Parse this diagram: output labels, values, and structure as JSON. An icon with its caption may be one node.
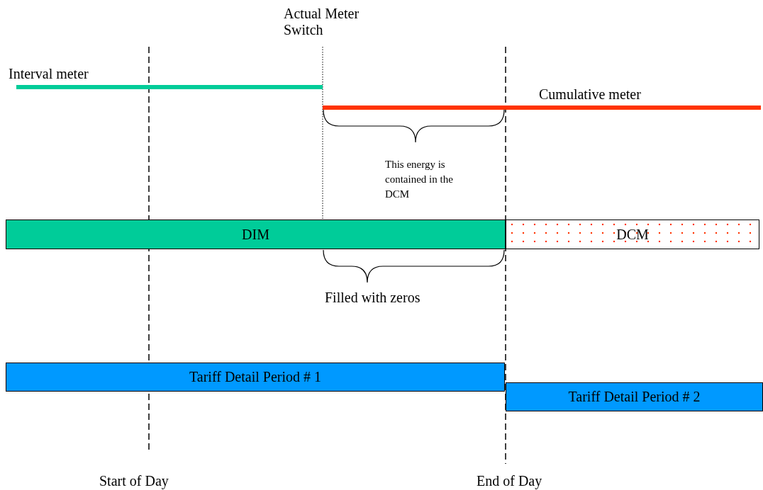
{
  "diagram": {
    "nodes": [
      {
        "text": [
          "DIM"
        ]
      },
      {
        "text": [
          "DCM"
        ]
      },
      {
        "text": [
          "Tariff Detail Period # 1"
        ]
      },
      {
        "text": [
          "Tariff Detail Period # 2"
        ]
      }
    ],
    "labels": [
      "Actual Meter Switch",
      "Interval meter",
      "Cumulative meter",
      "This energy is contained in the DCM",
      "Filled with zeros",
      "Start of Day",
      "End of Day"
    ]
  }
}
